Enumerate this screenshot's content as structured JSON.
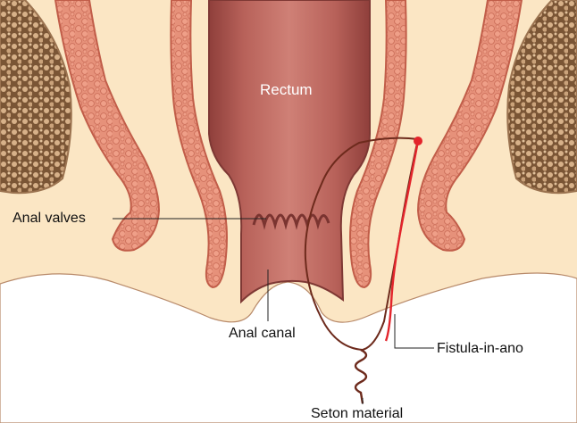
{
  "labels": {
    "rectum": "Rectum",
    "anal_valves": "Anal valves",
    "anal_canal": "Anal canal",
    "fistula": "Fistula-in-ano",
    "seton": "Seton material"
  },
  "colors": {
    "background": "#fbe6c4",
    "muscle": "#e58f78",
    "muscle_stroke": "#c15d49",
    "rectum_wall": "#b35f55",
    "rectum_dark": "#8f4440",
    "fistula_tract": "#e3242b",
    "seton": "#6d2a1c",
    "bone": "#c39a6e"
  }
}
